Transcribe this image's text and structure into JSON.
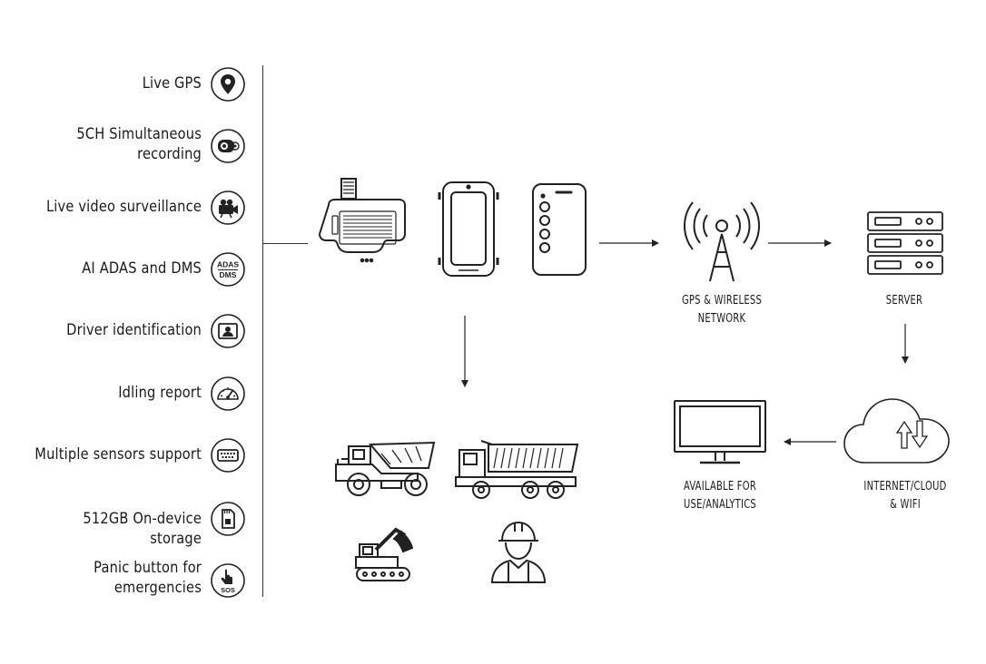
{
  "features": [
    {
      "lines": [
        "Live GPS"
      ],
      "icon": "location-pin-icon"
    },
    {
      "lines": [
        "5CH Simultaneous",
        "recording"
      ],
      "icon": "dashcam-icon"
    },
    {
      "lines": [
        "Live video surveillance"
      ],
      "icon": "video-camera-icon"
    },
    {
      "lines": [
        "AI ADAS and DMS"
      ],
      "icon": "adas-dms-icon",
      "badge": [
        "ADAS",
        "DMS"
      ]
    },
    {
      "lines": [
        "Driver identification"
      ],
      "icon": "id-card-icon"
    },
    {
      "lines": [
        "Idling report"
      ],
      "icon": "speedometer-icon"
    },
    {
      "lines": [
        "Multiple sensors support"
      ],
      "icon": "sensor-connector-icon"
    },
    {
      "lines": [
        "512GB On-device storage"
      ],
      "icon": "sd-card-icon"
    },
    {
      "lines": [
        "Panic button for",
        "emergencies"
      ],
      "icon": "sos-button-icon",
      "badge": [
        "SOS"
      ]
    }
  ],
  "nodes": {
    "network": {
      "lines": [
        "GPS & WIRELESS",
        "NETWORK"
      ],
      "icon": "antenna-tower-icon"
    },
    "server": {
      "lines": [
        "SERVER"
      ],
      "icon": "server-rack-icon"
    },
    "cloud": {
      "lines": [
        "INTERNET/CLOUD",
        "& WIFI"
      ],
      "icon": "cloud-transfer-icon"
    },
    "analytics": {
      "lines": [
        "AVAILABLE FOR",
        "USE/ANALYTICS"
      ],
      "icon": "monitor-icon"
    }
  },
  "devices": [
    "dashcam-device-icon",
    "tracker-device-icon",
    "keypad-remote-icon"
  ],
  "vehicles": [
    "mining-dump-truck-icon",
    "dump-truck-icon",
    "excavator-icon",
    "worker-helmet-icon"
  ]
}
